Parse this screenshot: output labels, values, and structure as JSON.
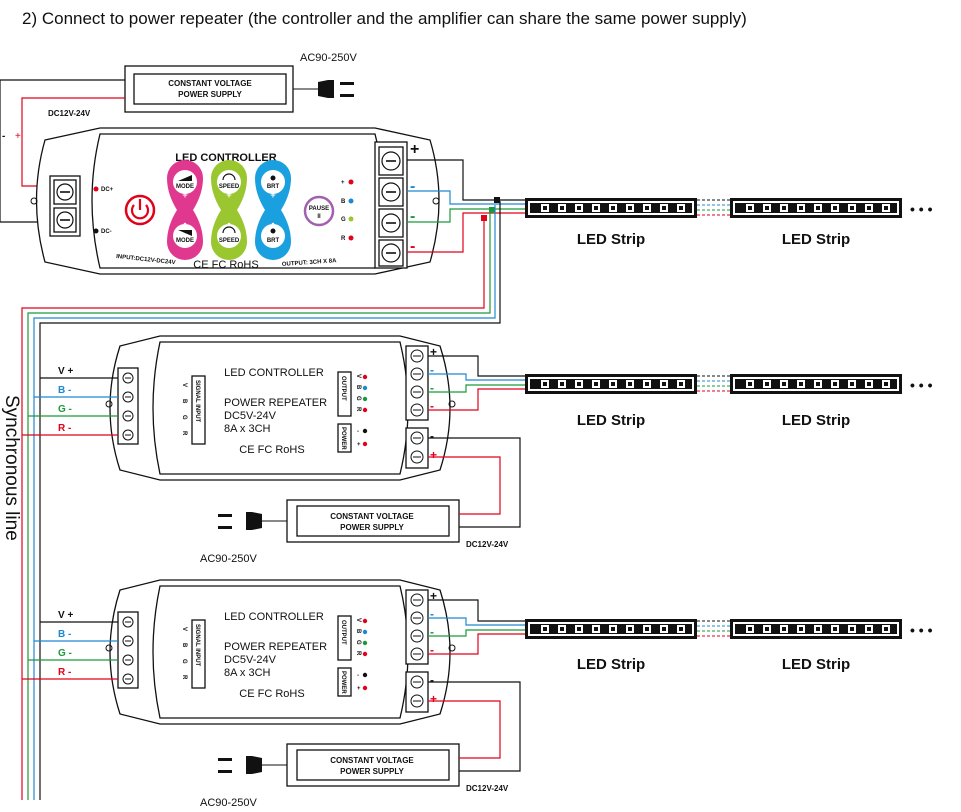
{
  "title": "2) Connect to power repeater (the controller and the amplifier can share the same power supply)",
  "sync_line_label": "Synchronous line",
  "colors": {
    "red": "#e2001a",
    "green": "#1a9a3a",
    "blue": "#1e88d0",
    "black": "#111111",
    "pink": "#e0378f",
    "lime": "#9ac630",
    "cyan": "#1aa0de",
    "purple": "#a35fb0"
  },
  "power_supply": {
    "label_line1": "CONSTANT VOLTAGE",
    "label_line2": "POWER SUPPLY",
    "ac_label": "AC90-250V",
    "dc_label": "DC12V-24V"
  },
  "controller": {
    "title": "LED CONTROLLER",
    "input_label": "INPUT:DC12V-DC24V",
    "output_label": "OUTPUT: 3CH X 8A",
    "cert": "CE FC RoHS",
    "dc_plus": "DC+",
    "dc_minus": "DC-",
    "buttons": {
      "mode": "MODE",
      "speed": "SPEED",
      "brt": "BRT",
      "pause_line1": "PAUSE",
      "pause_line2": "II"
    },
    "output_pins": [
      "+",
      "B",
      "G",
      "R"
    ],
    "terminal_signs": [
      "+",
      "-",
      "-",
      "-"
    ]
  },
  "repeater": {
    "title": "LED CONTROLLER",
    "line1": "POWER REPEATER",
    "line2": "DC5V-24V",
    "line3": "8A x 3CH",
    "cert": "CE FC RoHS",
    "signal_input": "SIGNAL INPUT",
    "output": "OUTPUT",
    "power": "POWER",
    "input_pins": [
      "V",
      "B",
      "G",
      "R"
    ],
    "output_pins": [
      "V",
      "B",
      "G",
      "R"
    ],
    "power_pins": [
      "-",
      "+"
    ],
    "left_labels": [
      "V +",
      "B -",
      "G -",
      "R -"
    ],
    "output_terminal_signs": [
      "+",
      "-",
      "-",
      "-"
    ],
    "power_terminal_signs": [
      "-",
      "+"
    ]
  },
  "led_strip_label": "LED Strip",
  "ellipsis": "• • •"
}
